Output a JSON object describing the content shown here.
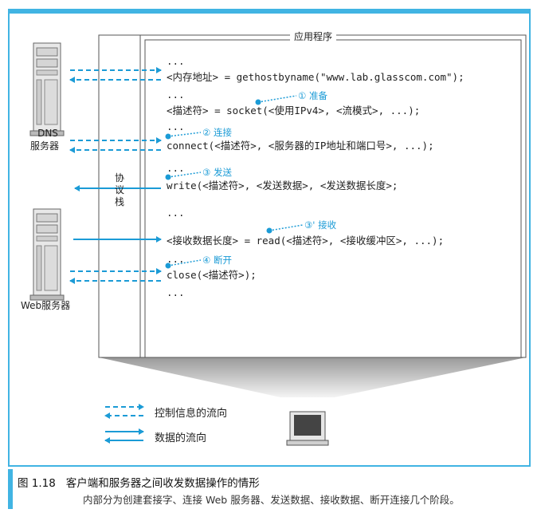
{
  "app_title": "应用程序",
  "protocol_stack": [
    "协",
    "议",
    "栈"
  ],
  "dns_label": [
    "DNS",
    "服务器"
  ],
  "web_label": "Web服务器",
  "code_lines": {
    "l1": "...",
    "l2": "<内存地址> = gethostbyname(\"www.lab.glasscom.com\");",
    "l3": "...",
    "l4": "<描述符> = socket(<使用IPv4>, <流模式>, ...);",
    "l5": "...",
    "l6": "connect(<描述符>, <服务器的IP地址和端口号>, ...);",
    "l7": "...",
    "l8": "write(<描述符>, <发送数据>, <发送数据长度>;",
    "l9": "...",
    "l10": "<接收数据长度> = read(<描述符>, <接收缓冲区>, ...);",
    "l11": "...",
    "l12": "close(<描述符>);",
    "l13": "..."
  },
  "stages": {
    "s1": "① 准备",
    "s2": "② 连接",
    "s3": "③ 发送",
    "s3b": "③' 接收",
    "s4": "④ 断开"
  },
  "legend": {
    "control": "控制信息的流向",
    "data": "数据的流向"
  },
  "caption": {
    "title": "图 1.18   客户端和服务器之间收发数据操作的情形",
    "subtitle": "内部分为创建套接字、连接 Web 服务器、发送数据、接收数据、断开连接几个阶段。"
  },
  "colors": {
    "accent": "#41b4e3",
    "arrow": "#1b9bd6"
  }
}
